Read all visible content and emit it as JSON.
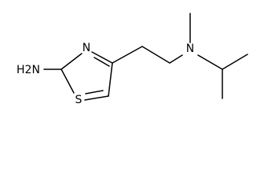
{
  "molecule": {
    "atoms": {
      "amine_n": "H2N",
      "ring_n": "N",
      "ring_s": "S",
      "tertiary_n": "N"
    }
  }
}
